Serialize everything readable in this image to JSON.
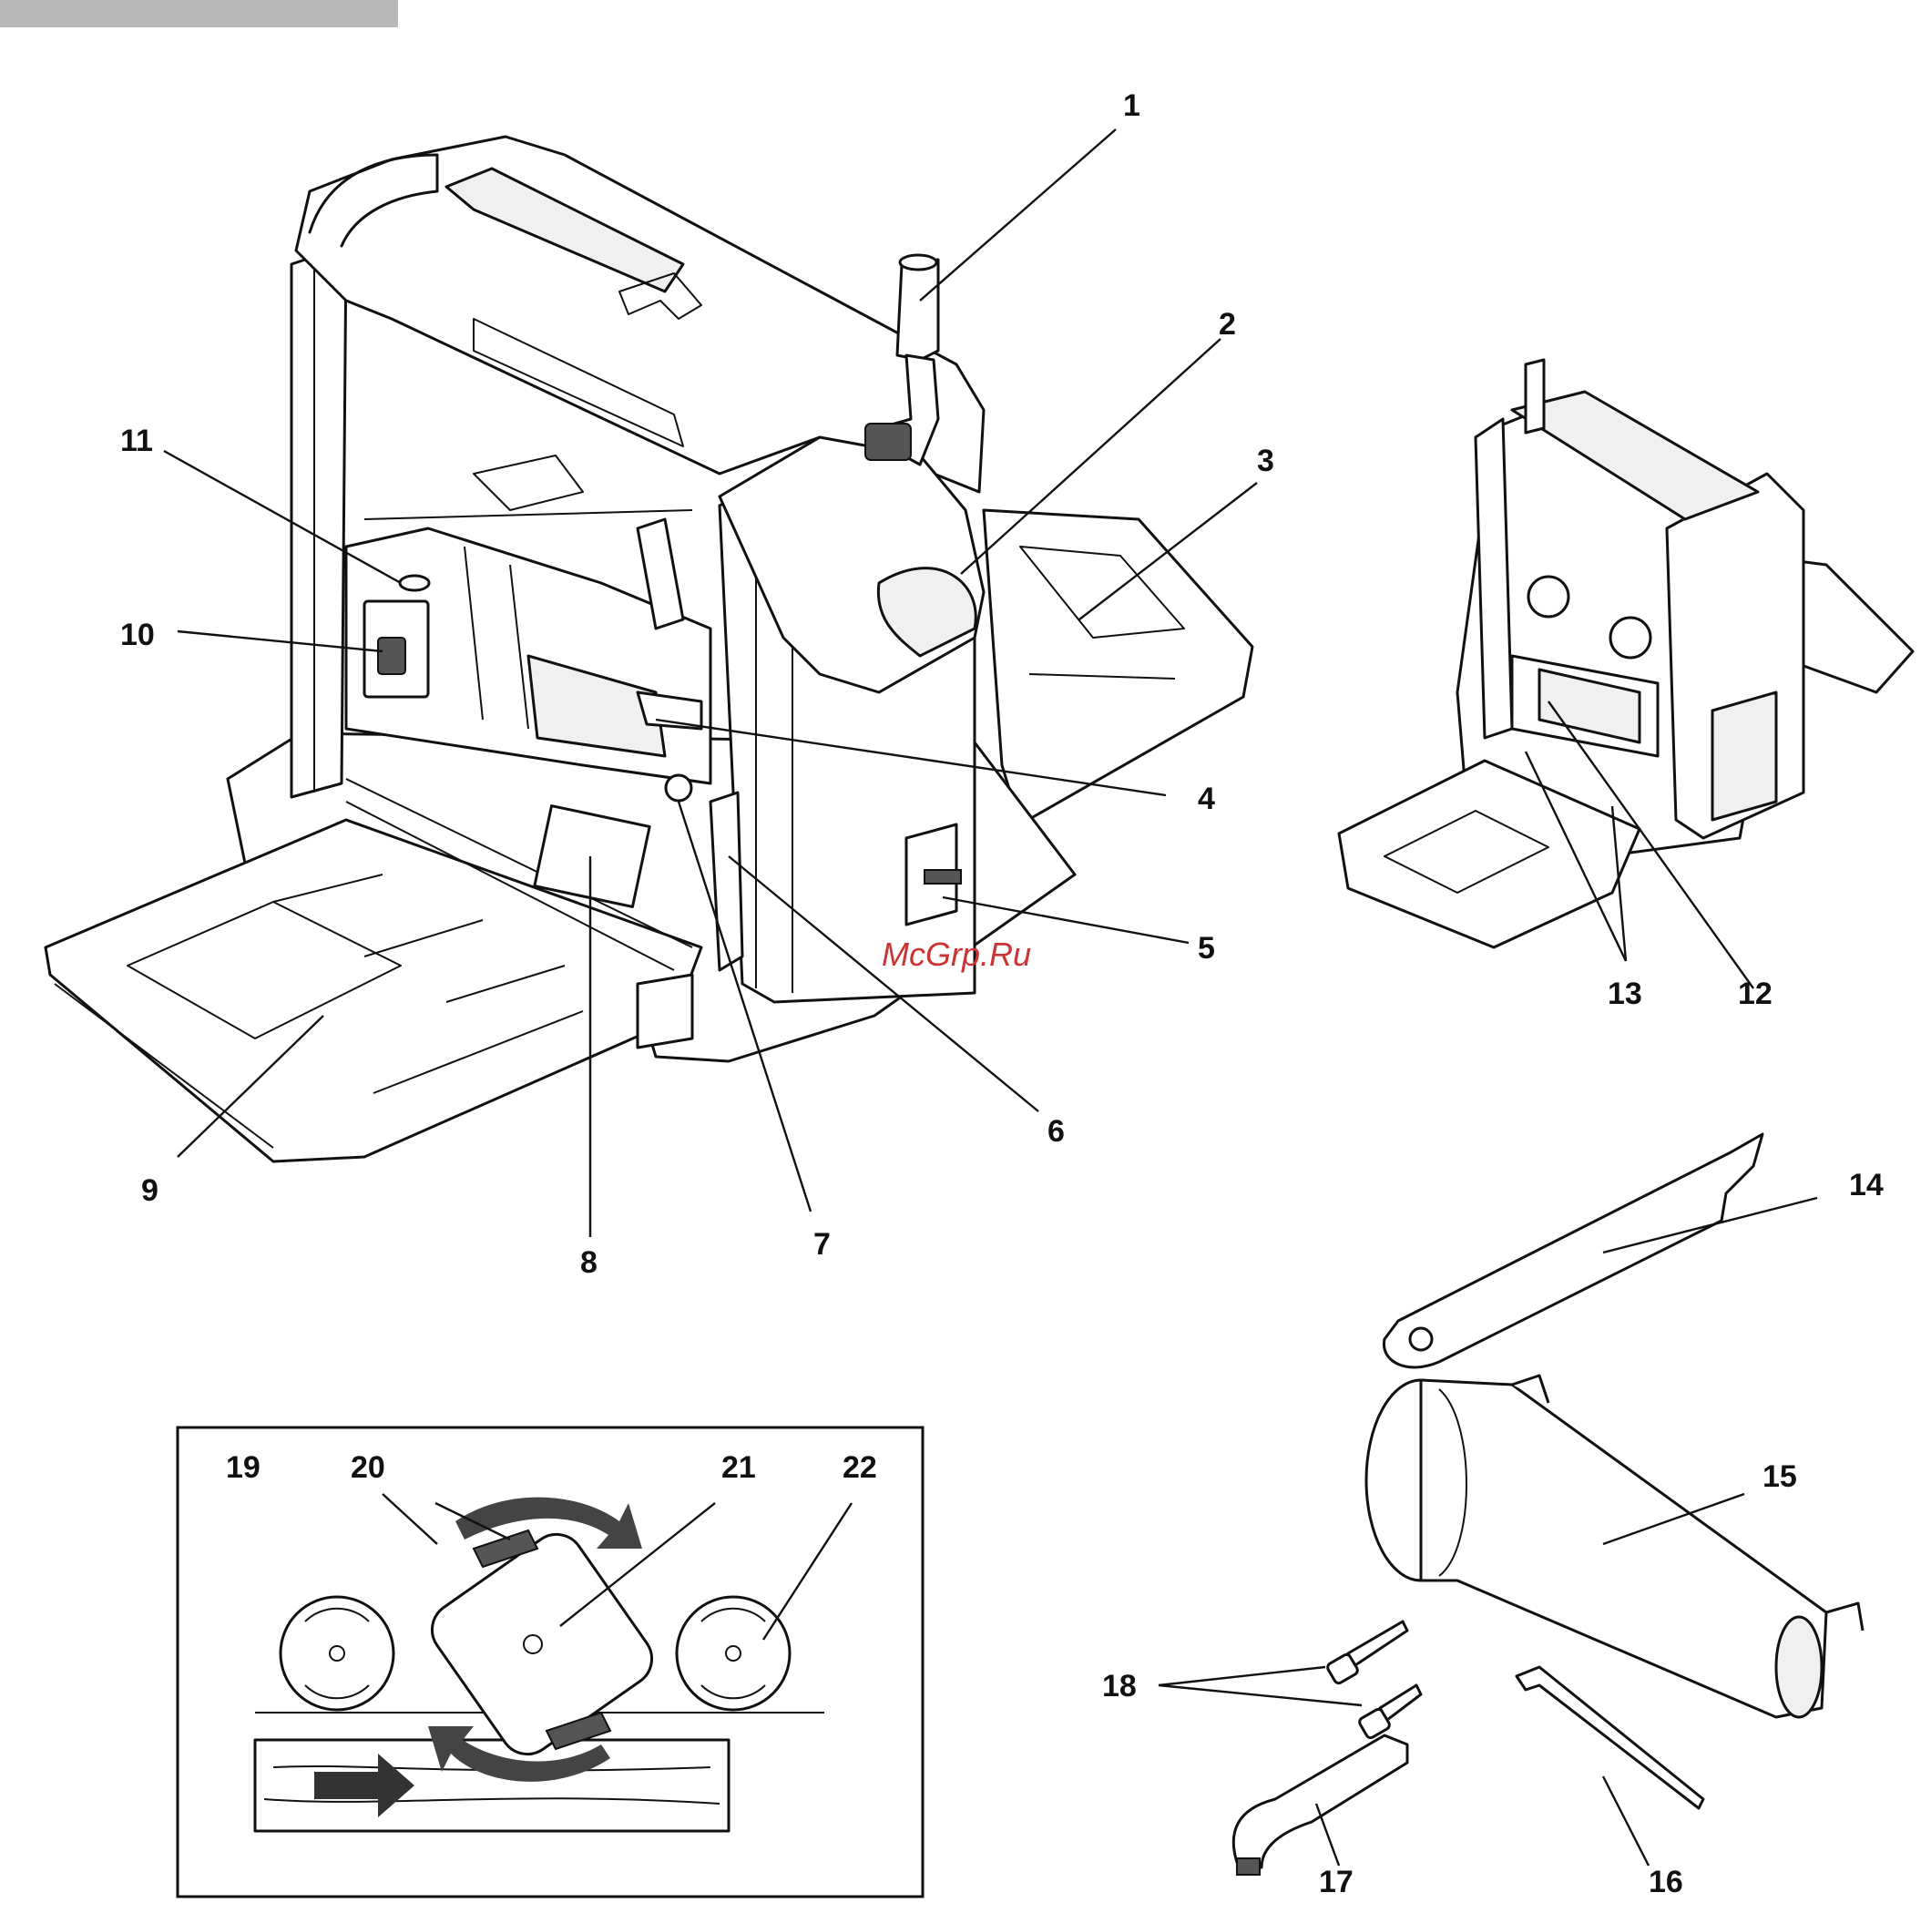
{
  "watermark": "McGrp.Ru",
  "callouts": [
    "1",
    "2",
    "3",
    "4",
    "5",
    "6",
    "7",
    "8",
    "9",
    "10",
    "11",
    "12",
    "13",
    "14",
    "15",
    "16",
    "17",
    "18",
    "19",
    "20",
    "21",
    "22"
  ]
}
